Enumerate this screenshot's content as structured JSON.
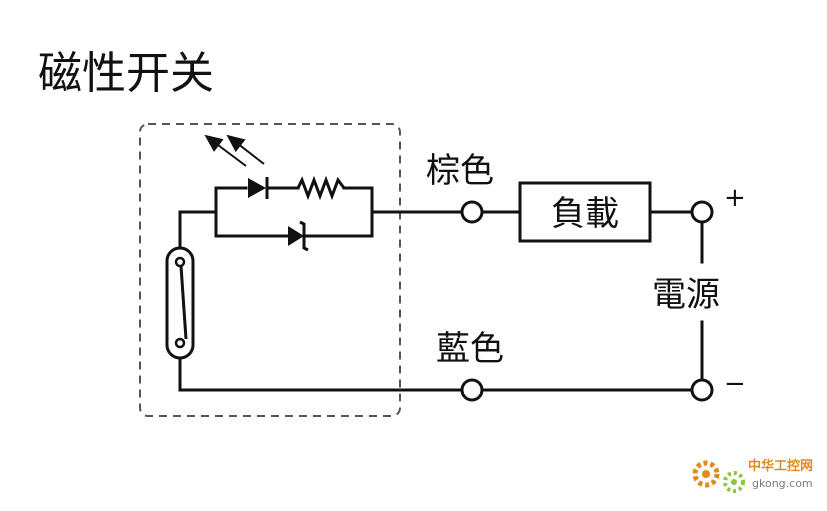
{
  "title": "磁性开关",
  "labels": {
    "brown": "棕色",
    "blue": "藍色",
    "load": "負載",
    "power": "電源",
    "plus": "+",
    "minus": "−"
  },
  "watermark": {
    "name": "中华工控网",
    "url": "gkong.com"
  },
  "colors": {
    "ink": "#111111",
    "dashed_box": "#555555",
    "watermark_orange": "#e08a1e",
    "watermark_green": "#8cc63f"
  }
}
